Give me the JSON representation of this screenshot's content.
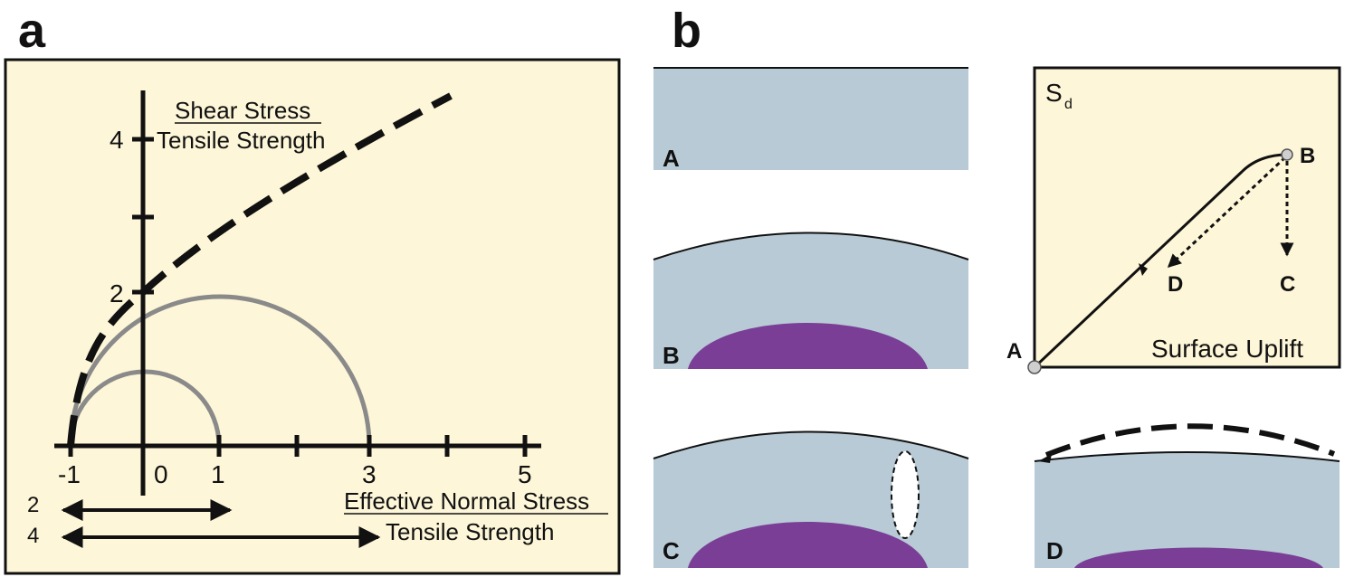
{
  "colors": {
    "panel_bg": "#fdf6d8",
    "crust": "#b8cad5",
    "magma": "#7a3e96",
    "mohr_circle": "#8a8a8a",
    "ink": "#111111",
    "node": "#cfcfcf"
  },
  "panel_a": {
    "label": "a",
    "y_axis_title": "Shear Stress",
    "y_axis_subtitle": "Tensile Strength",
    "y_ticks": [
      "4",
      "2"
    ],
    "x_ticks": [
      "-1",
      "0",
      "1",
      "3",
      "5"
    ],
    "x_axis_title": "Effective Normal Stress",
    "x_axis_subtitle": "Tensile Strength",
    "arrow_labels": [
      "2",
      "4"
    ]
  },
  "panel_b": {
    "label": "b",
    "stages": [
      "A",
      "B",
      "C",
      "D"
    ],
    "plot": {
      "y_label_main": "S",
      "y_label_sub": "d",
      "x_label": "Surface Uplift",
      "points": [
        "A",
        "B",
        "C",
        "D"
      ]
    }
  }
}
